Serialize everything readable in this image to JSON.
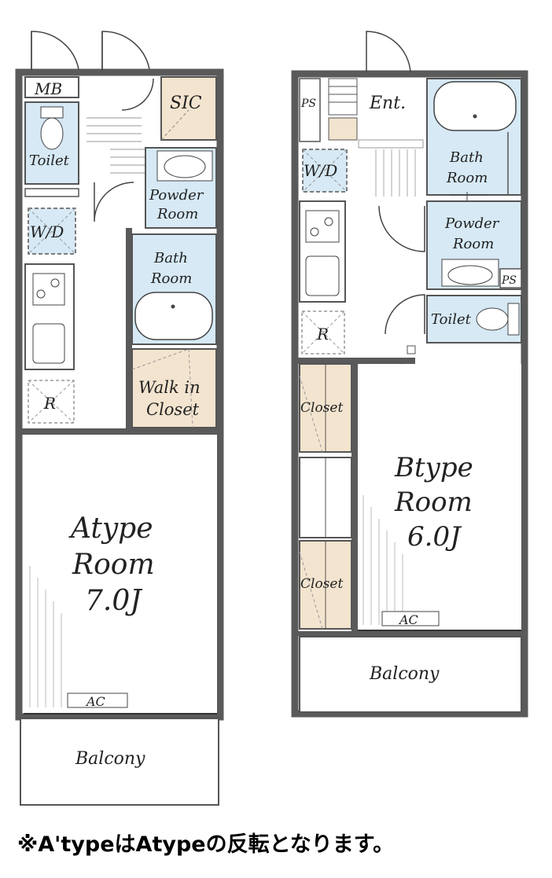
{
  "colors": {
    "wall": "#5a5a5a",
    "wet_area": "#d6e9f5",
    "closet": "#f3e4cf",
    "wall_fill": "#ffffff",
    "line": "#333333"
  },
  "atype": {
    "mb": "MB",
    "sic": "SIC",
    "toilet": "Toilet",
    "wd": "W/D",
    "powder_line1": "Powder",
    "powder_line2": "Room",
    "bath_line1": "Bath",
    "bath_line2": "Room",
    "refrigerator": "R",
    "walkin_line1": "Walk in",
    "walkin_line2": "Closet",
    "room_line1": "Atype",
    "room_line2": "Room",
    "room_line3": "7.0J",
    "ac": "AC",
    "balcony": "Balcony"
  },
  "btype": {
    "ps_top": "PS",
    "ent": "Ent.",
    "wd": "W/D",
    "bath_line1": "Bath",
    "bath_line2": "Room",
    "powder_line1": "Powder",
    "powder_line2": "Room",
    "ps_mid": "PS",
    "toilet": "Toilet",
    "refrigerator": "R",
    "closet_upper": "Closet",
    "closet_lower": "Closet",
    "room_line1": "Btype",
    "room_line2": "Room",
    "room_line3": "6.0J",
    "ac": "AC",
    "balcony": "Balcony"
  },
  "note": "※A'typeはAtypeの反転となります。"
}
